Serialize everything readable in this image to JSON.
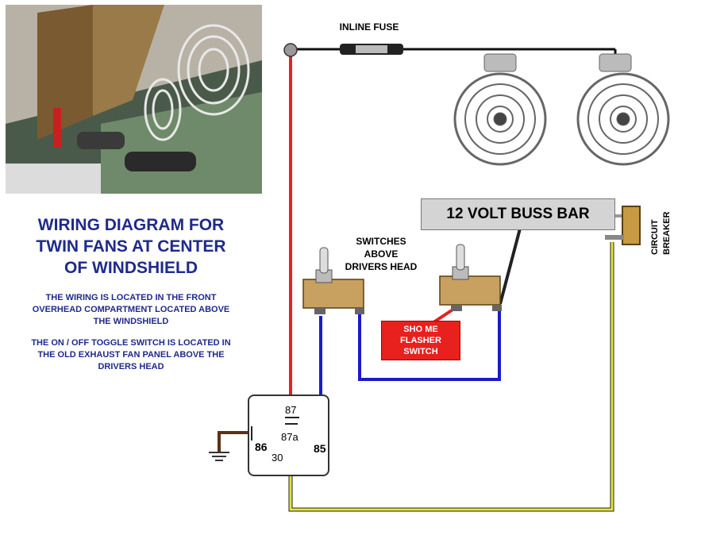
{
  "title": {
    "line1": "WIRING DIAGRAM FOR",
    "line2": "TWIN FANS AT CENTER",
    "line3": "OF WINDSHIELD"
  },
  "notes": {
    "n1_line1": "THE WIRING IS LOCATED IN THE FRONT",
    "n1_line2": "OVERHEAD COMPARTMENT LOCATED ABOVE",
    "n1_line3": "THE WINDSHIELD",
    "n2_line1": "THE ON / OFF TOGGLE SWITCH IS LOCATED IN",
    "n2_line2": "THE OLD EXHAUST FAN PANEL ABOVE THE",
    "n2_line3": "DRIVERS HEAD"
  },
  "labels": {
    "inline_fuse": "INLINE FUSE",
    "switches_line1": "SWITCHES",
    "switches_line2": "ABOVE",
    "switches_line3": "DRIVERS HEAD",
    "buss_bar": "12 VOLT BUSS BAR",
    "flasher_line1": "SHO ME",
    "flasher_line2": "FLASHER",
    "flasher_line3": "SWITCH",
    "breaker_line1": "CIRCUIT",
    "breaker_line2": "BREAKER"
  },
  "relay": {
    "pin_87": "87",
    "pin_87a": "87a",
    "pin_30": "30",
    "pin_86": "86",
    "pin_85": "85"
  },
  "colors": {
    "title_text": "#1f2a8a",
    "wire_power": "#e8201e",
    "wire_switch": "#1a1acc",
    "wire_main": "#e6e63a",
    "wire_ground": "#5a3218",
    "buss_bar_fill": "#d4d4d4",
    "flasher_fill": "#e8201e"
  }
}
